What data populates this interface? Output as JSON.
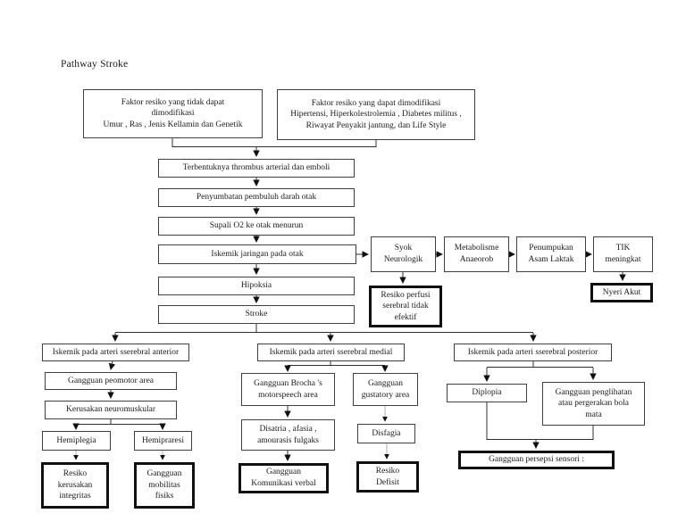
{
  "page": {
    "title": "Pathway Stroke"
  },
  "colors": {
    "background": "#ffffff",
    "box_border": "#3f3f3f",
    "box_border_bold": "#101010",
    "connector_line": "#2f2f2f",
    "text": "#1a1a1a"
  },
  "nodes": {
    "unmodifiable": "Faktor resiko yang tidak dapat\ndimodifikasi\nUmur , Ras , Jenis Kellamin dan Genetik",
    "modifiable": "Faktor resiko yang  dapat dimodifikasi\nHipertensi, Hiperkolestrolemia , Diabetes militus ,\nRiwayat Penyakit jantung, dan Life Style",
    "thrombus": "Terbentuknya thrombus arterial dan emboli",
    "penyumbatan": "Penyumbatan pembuluh darah otak",
    "suplai": "Supali O2 ke  otak menurun",
    "iskemik_jaringan": "Iskemik jaringan pada otak",
    "hipoksia": "Hipoksia",
    "stroke": "Stroke",
    "syok": "Syok\nNeurologik",
    "metabolisme": "Metabolisme\nAnaeorob",
    "penumpukan": "Penumpukan\nAsam Laktak",
    "tik": "TIK\nmeningkat",
    "resiko_perfusi": "Resiko perfusi\nserebral tidak\nefektif",
    "nyeri_akut": "Nyeri Akut",
    "anterior": "Iskemik pada arteri sserebral anterior",
    "medial": "Iskemik pada arteri sserebral medial",
    "posterior": "Iskemik pada arteri sserebral posterior",
    "peomotor": "Gangguan peomotor area",
    "neuromuskular": "Kerusakan neuromuskular",
    "hemiplegia": "Hemiplegia",
    "hemipraresi": "Hemipraresi",
    "resiko_integritas": "Resiko\nkerusakan\nintegritas",
    "mobilitas": "Gangguan\nmobilitas\nfisiks",
    "brocha": "Gangguan Brocha 's\nmotorspeech area",
    "gustatory": "Gangguan\ngustatory area",
    "disatria": "Disatria , afasia ,\namourasis fulgaks",
    "disfagia": "Disfagia",
    "komunikasi": "Gangguan\nKomunikasi verbal",
    "resiko_defisit": "Resiko\nDefisit",
    "diplopia": "Diplopia",
    "penglihatan": "Gangguan penglihatan\natau pergerakan bola\nmata",
    "persepsi": "Gangguan persepsi sensori :"
  }
}
